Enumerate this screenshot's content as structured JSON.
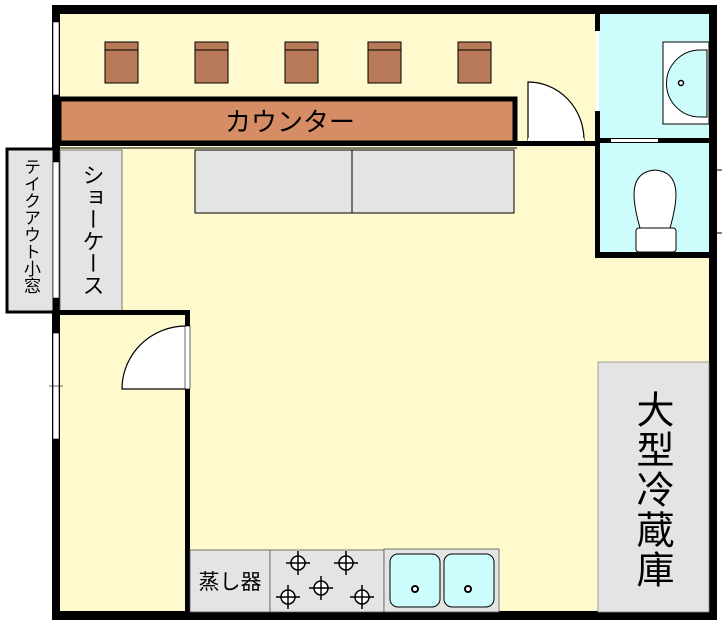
{
  "plan": {
    "counter_label": "カウンター",
    "showcase_label": "ショーケース",
    "takeout_window_label": "テイクアウト小窓",
    "fridge_label": "大型冷蔵庫",
    "steamer_label": "蒸し器"
  },
  "colors": {
    "floor": "#fffacd",
    "counter": "#d68c64",
    "chair": "#b87a58",
    "fixture_gray": "#e4e4e4",
    "restroom": "#ccfcfc",
    "wall": "#000000"
  }
}
